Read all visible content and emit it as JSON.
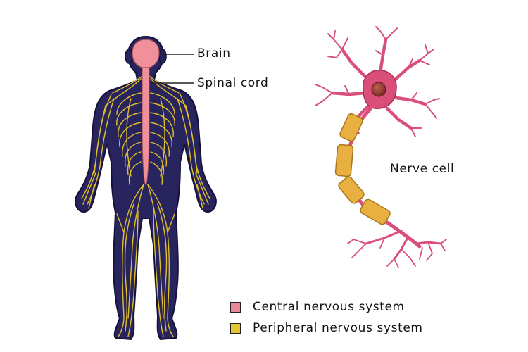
{
  "labels": {
    "brain": "Brain",
    "spinal_cord": "Spinal cord",
    "nerve_cell": "Nerve cell"
  },
  "legend": [
    {
      "label": "Central nervous system",
      "color": "#e98a98"
    },
    {
      "label": "Peripheral nervous system",
      "color": "#e3c632"
    }
  ],
  "colors": {
    "body": "#28245e",
    "nerves": "#e0c02a",
    "cns": "#f0909a",
    "neuron": "#d94f7a",
    "myelin": "#e8b040",
    "nucleus": "#9a3a3a"
  }
}
